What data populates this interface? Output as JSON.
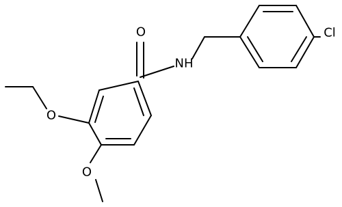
{
  "molecule": {
    "atoms": {
      "carbonyl_oxygen": "O",
      "amide_nitrogen": "NH",
      "chlorine": "Cl",
      "ethoxy_oxygen": "O",
      "methoxy_oxygen": "O"
    }
  }
}
